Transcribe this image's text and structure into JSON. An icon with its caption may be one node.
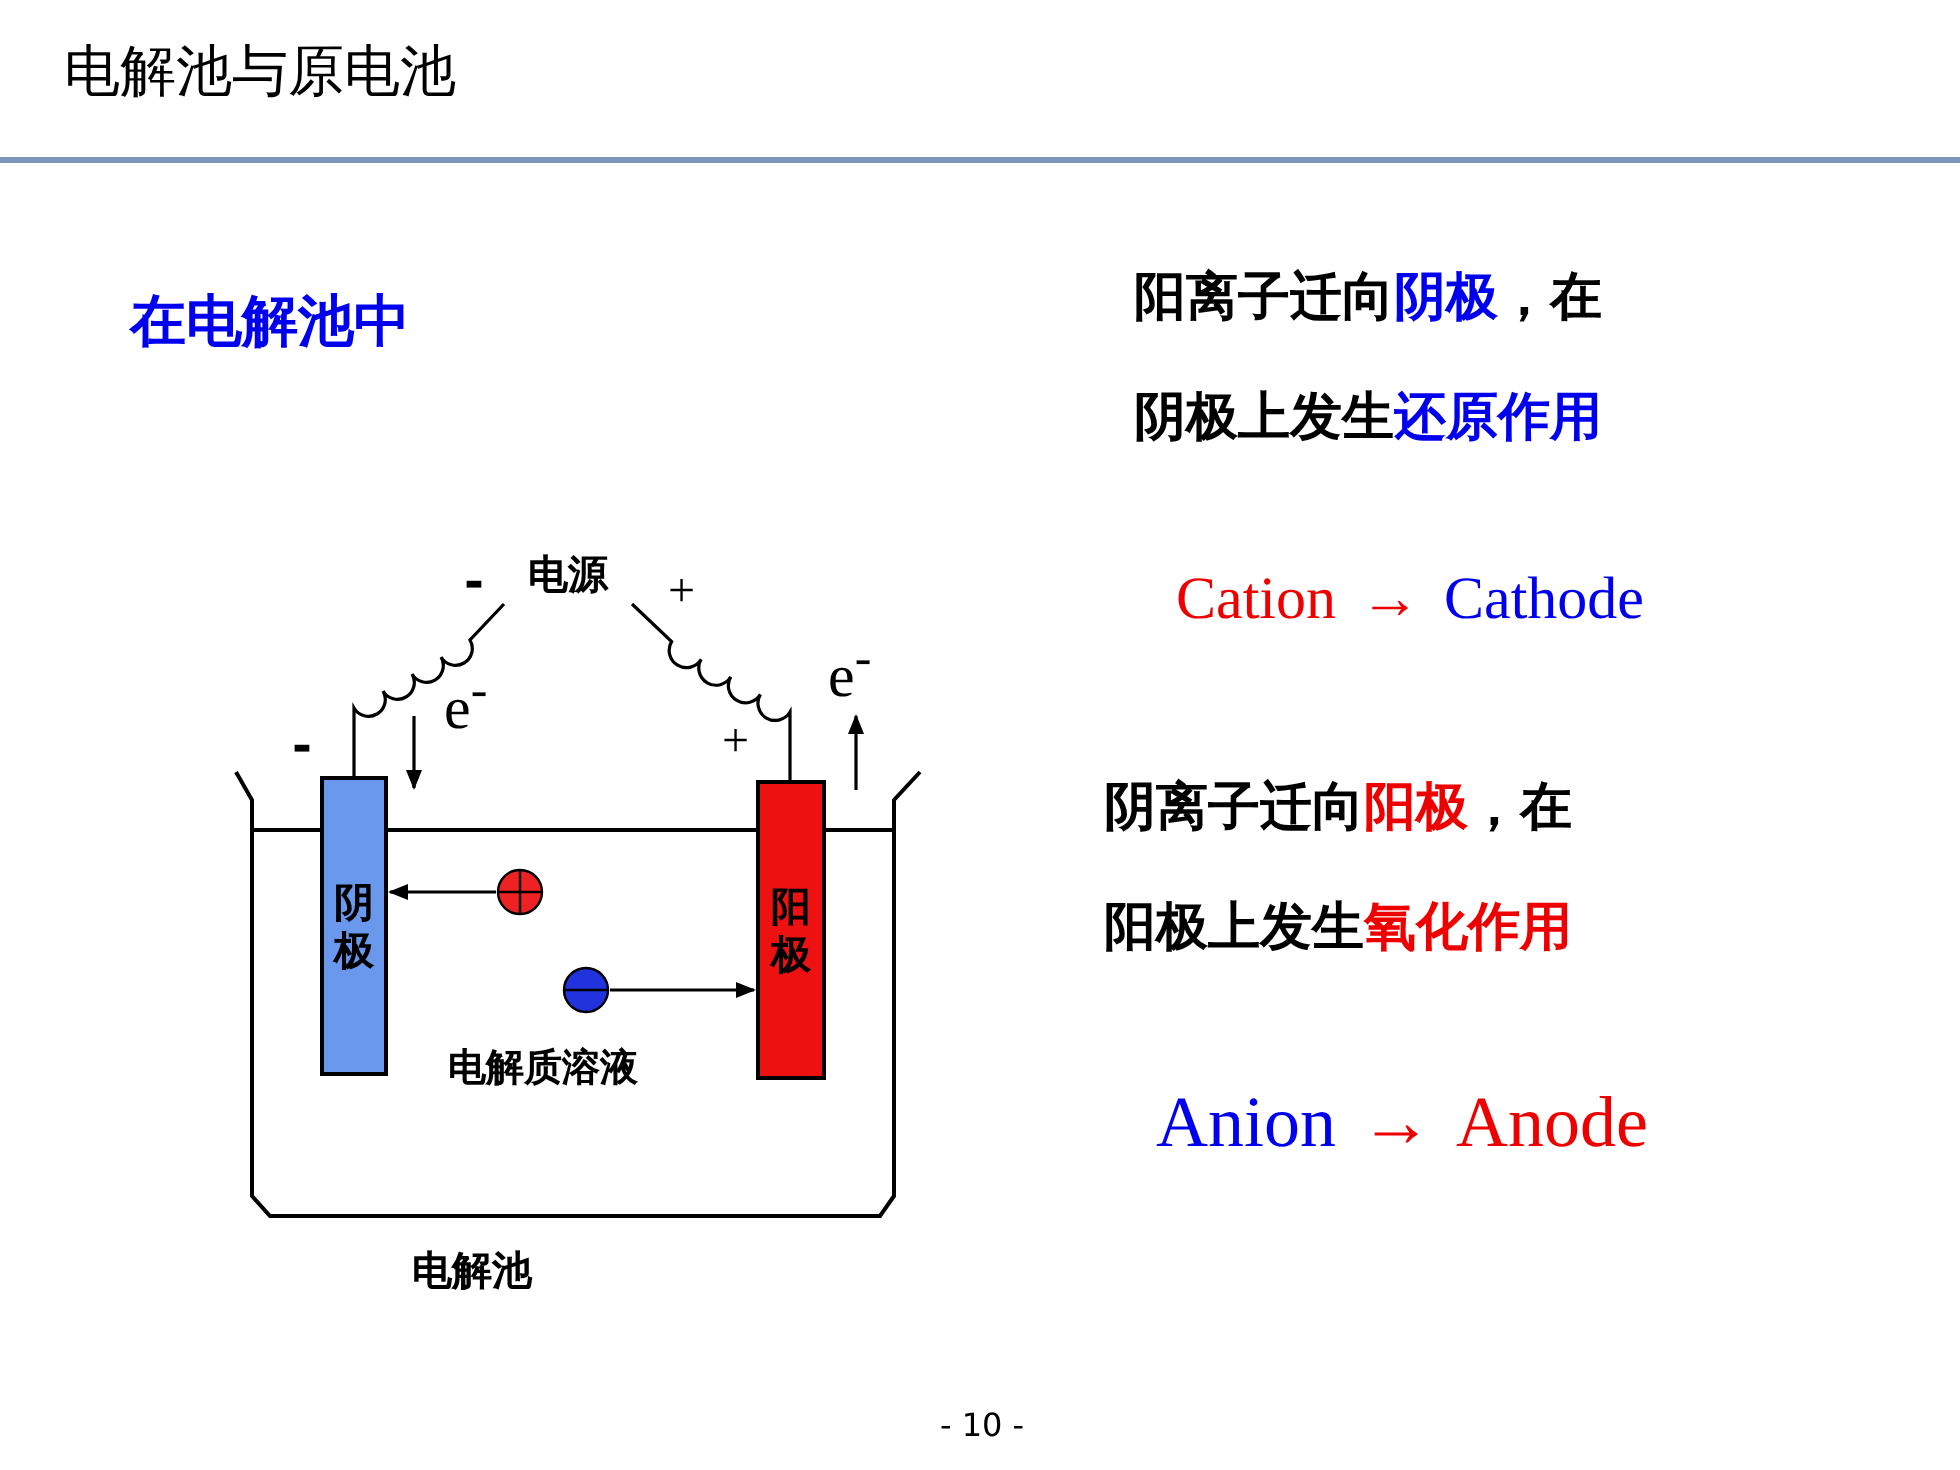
{
  "diagram": {
    "title": "电解池与原电池",
    "nodes": [
      {
        "text": [
          "电解质溶液"
        ],
        "beside": [
          "电解池"
        ]
      },
      {
        "text": [
          "阴极"
        ],
        "in": 0
      },
      {
        "text": [
          "阳极"
        ],
        "in": 0
      },
      {
        "text": [],
        "shape": "circle",
        "in": 0
      },
      {
        "text": [],
        "shape": "circle",
        "in": 0
      },
      {
        "text": [
          "电源"
        ]
      }
    ],
    "edges": [
      {
        "from": 3,
        "to": 1,
        "arrow": "to"
      },
      {
        "from": 4,
        "to": 2,
        "arrow": "to"
      },
      {
        "from": 1,
        "to": 5,
        "arrow": "none"
      },
      {
        "from": 2,
        "to": 5,
        "arrow": "none"
      }
    ],
    "labels": [
      "在电解池中",
      "阳离子迁向",
      "阴极",
      "，在",
      "阴极上发生",
      "还原作用",
      "Cation",
      "→",
      "Cathode",
      "-",
      "+",
      "e$^{-}$",
      "e$^{-}$",
      "-",
      "+",
      "阴离子迁向",
      "阳极",
      "，在",
      "阳极上发生",
      "氧化作用",
      "Anion",
      "→",
      "Anode",
      "- 10 -"
    ]
  }
}
